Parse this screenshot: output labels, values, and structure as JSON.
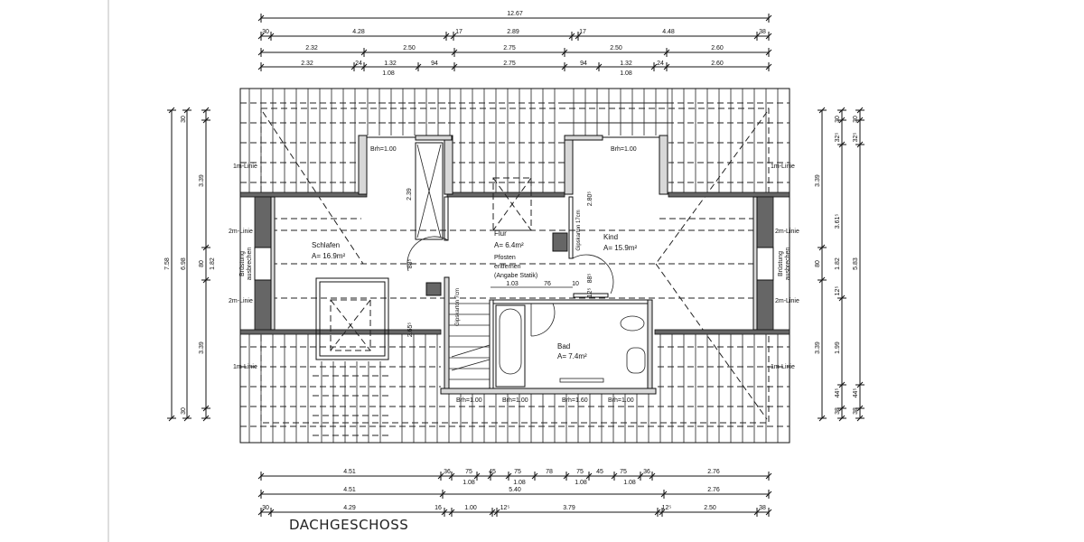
{
  "plan": {
    "title": "DACHGESCHOSS",
    "top_dims": {
      "overall": "12.67",
      "row2": [
        "30",
        "4.28",
        "17",
        "2.89",
        "17",
        "4.48",
        "38"
      ],
      "row3": [
        "2.32",
        "2.50",
        "2.75",
        "2.50",
        "2.60"
      ],
      "row4": [
        "2.32",
        "24",
        "1.32",
        "94",
        "2.75",
        "94",
        "1.32",
        "24",
        "2.60"
      ],
      "row4_sub": [
        "1.08",
        "1.08"
      ]
    },
    "bottom_dims": {
      "row1": [
        "4.51",
        "36",
        "75",
        "45",
        "75",
        "78",
        "75",
        "45",
        "75",
        "36",
        "2.76"
      ],
      "row1_sub": [
        "1.08",
        "1.08",
        "1.08",
        "1.08"
      ],
      "row2": [
        "4.51",
        "5.40",
        "2.76"
      ],
      "row3": [
        "30",
        "4.29",
        "16",
        "1.00",
        "12⁵",
        "3.79",
        "12⁵",
        "2.50",
        "38"
      ]
    },
    "left_dims": [
      "7.58",
      "6.98",
      "30",
      "3.39",
      "80",
      "1.82",
      "3.39",
      "30"
    ],
    "right_dims": [
      "30",
      "30",
      "32⁵",
      "32⁵",
      "3.39",
      "3.61⁵",
      "80",
      "1.82",
      "5.83",
      "12⁵",
      "3.39",
      "1.99",
      "44⁵",
      "44⁵",
      "38",
      "38"
    ],
    "rooms": [
      {
        "name": "Schlafen",
        "area": "A= 16.9m²"
      },
      {
        "name": "Flur",
        "area": "A= 6.4m²",
        "note": [
          "Pfosten",
          "entfernen",
          "(Angabe Statik)"
        ]
      },
      {
        "name": "Kind",
        "area": "A= 15.9m²"
      },
      {
        "name": "Bad",
        "area": "A= 7.4m²"
      }
    ],
    "line_labels": {
      "one_m": "1m-Linie",
      "two_m": "2m-Linie",
      "parapet": [
        "Brüstung",
        "ausbrechen"
      ]
    },
    "sill_heights": [
      "Brh=1.00",
      "Brh=1.00",
      "Brh=1.00",
      "Brh=1.00",
      "Brh=1.60",
      "Brh=1.00"
    ],
    "inner_dims": {
      "stair_opening": "2.39",
      "kind_wall": "2.80⁵",
      "door_left": "88⁵",
      "schlafen_depth": "2.65⁵",
      "door_right": "88⁵",
      "small": "12⁵",
      "bad_widths": [
        "1.03",
        "76",
        "10"
      ],
      "drywall_17": "Gipskarton 17cm",
      "drywall_7": "Gipskarton 7cm"
    }
  }
}
